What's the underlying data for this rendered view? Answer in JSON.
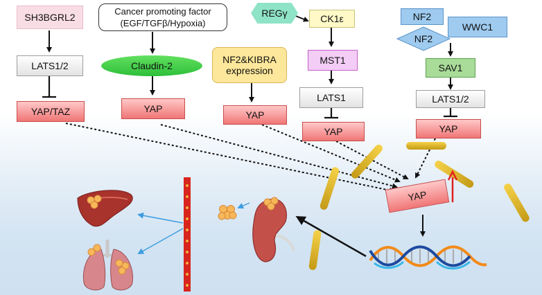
{
  "nodes": {
    "sh3bgrl2": "SH3BGRL2",
    "lats12_left": "LATS1/2",
    "yap_taz": "YAP/TAZ",
    "cancer_factor_line1": "Cancer promoting factor",
    "cancer_factor_line2": "(EGF/TGFβ/Hypoxia)",
    "claudin2": "Claudin-2",
    "yap_claudin": "YAP",
    "nf2_kibra_line1": "NF2&KIBRA",
    "nf2_kibra_line2": "expression",
    "yap_nf2kibra": "YAP",
    "reg_gamma": "REGγ",
    "ck1e": "CK1ε",
    "mst1": "MST1",
    "lats1": "LATS1",
    "yap_lats1": "YAP",
    "nf2_top": "NF2",
    "wwc1": "WWC1",
    "nf2_diamond": "NF2",
    "sav1": "SAV1",
    "lats12_right": "LATS1/2",
    "yap_right": "YAP",
    "yap_central": "YAP"
  },
  "colors": {
    "inhibit_red": "#e02020",
    "blood_vessel": "#d8251d",
    "tumor_cells": "#f7b85a",
    "kidney": "#c4504a",
    "liver": "#a8322c",
    "dna_orange": "#f28a1a",
    "dna_blue": "#1d4a9e",
    "dna_cyan": "#39b7e8"
  },
  "icons": [
    "liver-icon",
    "lungs-icon",
    "kidney-icon",
    "dna-helix-icon",
    "tumor-cells-icon",
    "blood-vessel-icon",
    "up-arrow-icon"
  ]
}
